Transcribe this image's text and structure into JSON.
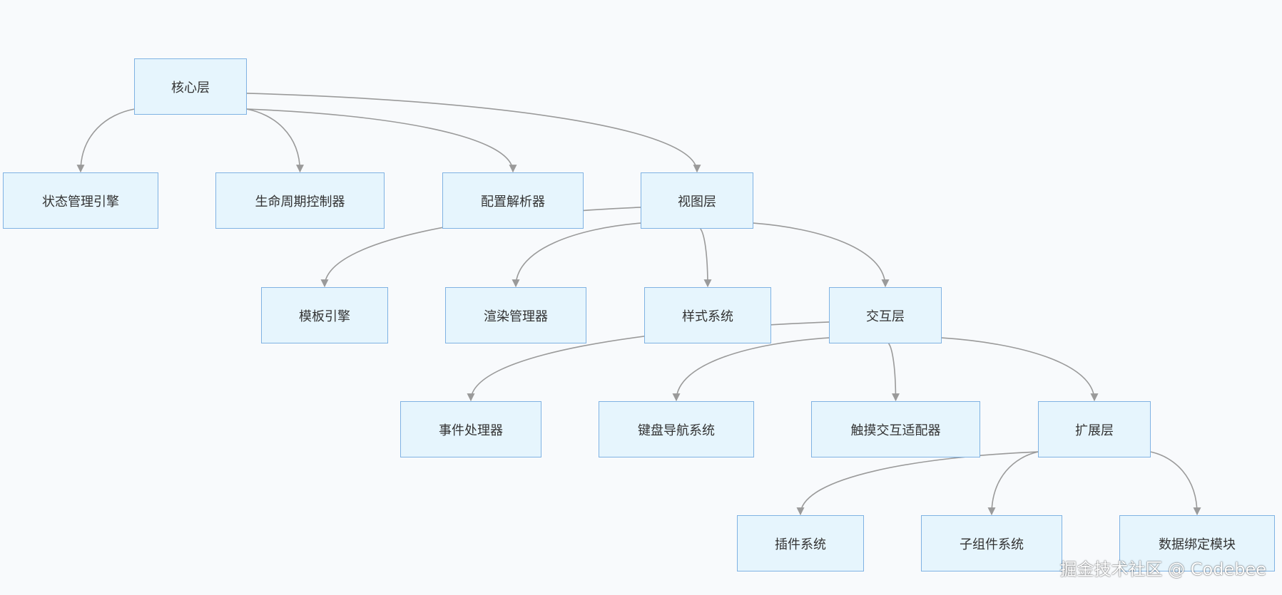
{
  "colors": {
    "background": "#f8fafc",
    "node_fill": "#e6f5fd",
    "node_border": "#7fb2e3",
    "edge": "#9a9a9a",
    "text": "#333333"
  },
  "nodes": {
    "core": "核心层",
    "state": "状态管理引擎",
    "lifecycle": "生命周期控制器",
    "config": "配置解析器",
    "view": "视图层",
    "template": "模板引擎",
    "render": "渲染管理器",
    "style": "样式系统",
    "interaction": "交互层",
    "event": "事件处理器",
    "keyboard": "键盘导航系统",
    "touch": "触摸交互适配器",
    "extension": "扩展层",
    "plugin": "插件系统",
    "subcomponent": "子组件系统",
    "binding": "数据绑定模块"
  },
  "edges": [
    {
      "from": "core",
      "to": "state"
    },
    {
      "from": "core",
      "to": "lifecycle"
    },
    {
      "from": "core",
      "to": "config"
    },
    {
      "from": "core",
      "to": "view"
    },
    {
      "from": "view",
      "to": "template"
    },
    {
      "from": "view",
      "to": "render"
    },
    {
      "from": "view",
      "to": "style"
    },
    {
      "from": "view",
      "to": "interaction"
    },
    {
      "from": "interaction",
      "to": "event"
    },
    {
      "from": "interaction",
      "to": "keyboard"
    },
    {
      "from": "interaction",
      "to": "touch"
    },
    {
      "from": "interaction",
      "to": "extension"
    },
    {
      "from": "extension",
      "to": "plugin"
    },
    {
      "from": "extension",
      "to": "subcomponent"
    },
    {
      "from": "extension",
      "to": "binding"
    }
  ],
  "watermark": "掘金技术社区 @ Codebee"
}
